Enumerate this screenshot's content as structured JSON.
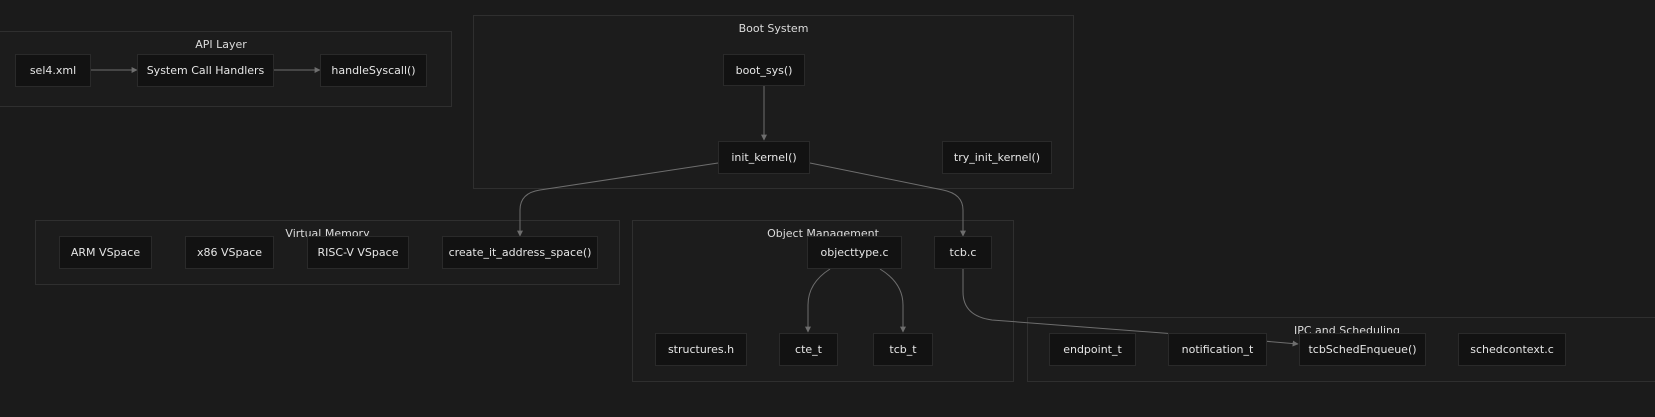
{
  "groups": {
    "api_layer": "API Layer",
    "boot_system": "Boot System",
    "virtual_memory": "Virtual Memory",
    "object_management": "Object Management",
    "ipc_scheduling": "IPC and Scheduling"
  },
  "nodes": {
    "sel4_xml": "sel4.xml",
    "syscall_handlers": "System Call Handlers",
    "handle_syscall": "handleSyscall()",
    "boot_sys": "boot_sys()",
    "init_kernel": "init_kernel()",
    "try_init_kernel": "try_init_kernel()",
    "arm_vspace": "ARM VSpace",
    "x86_vspace": "x86 VSpace",
    "riscv_vspace": "RISC-V VSpace",
    "create_it_address_space": "create_it_address_space()",
    "objecttype_c": "objecttype.c",
    "tcb_c": "tcb.c",
    "structures_h": "structures.h",
    "cte_t": "cte_t",
    "tcb_t": "tcb_t",
    "endpoint_t": "endpoint_t",
    "notification_t": "notification_t",
    "tcb_sched_enqueue": "tcbSchedEnqueue()",
    "schedcontext_c": "schedcontext.c"
  },
  "edges": [
    {
      "from": "sel4.xml",
      "to": "System Call Handlers"
    },
    {
      "from": "System Call Handlers",
      "to": "handleSyscall()"
    },
    {
      "from": "boot_sys()",
      "to": "init_kernel()"
    },
    {
      "from": "init_kernel()",
      "to": "create_it_address_space()"
    },
    {
      "from": "init_kernel()",
      "to": "tcb.c"
    },
    {
      "from": "objecttype.c",
      "to": "cte_t"
    },
    {
      "from": "objecttype.c",
      "to": "tcb_t"
    },
    {
      "from": "tcb.c",
      "to": "tcbSchedEnqueue()"
    }
  ],
  "colors": {
    "background": "#1b1b1b",
    "group_fill": "#1c1c1c",
    "group_border": "#2f2f2f",
    "node_fill": "#121212",
    "edge": "#6e6e6e",
    "text": "#e6e6e6"
  }
}
